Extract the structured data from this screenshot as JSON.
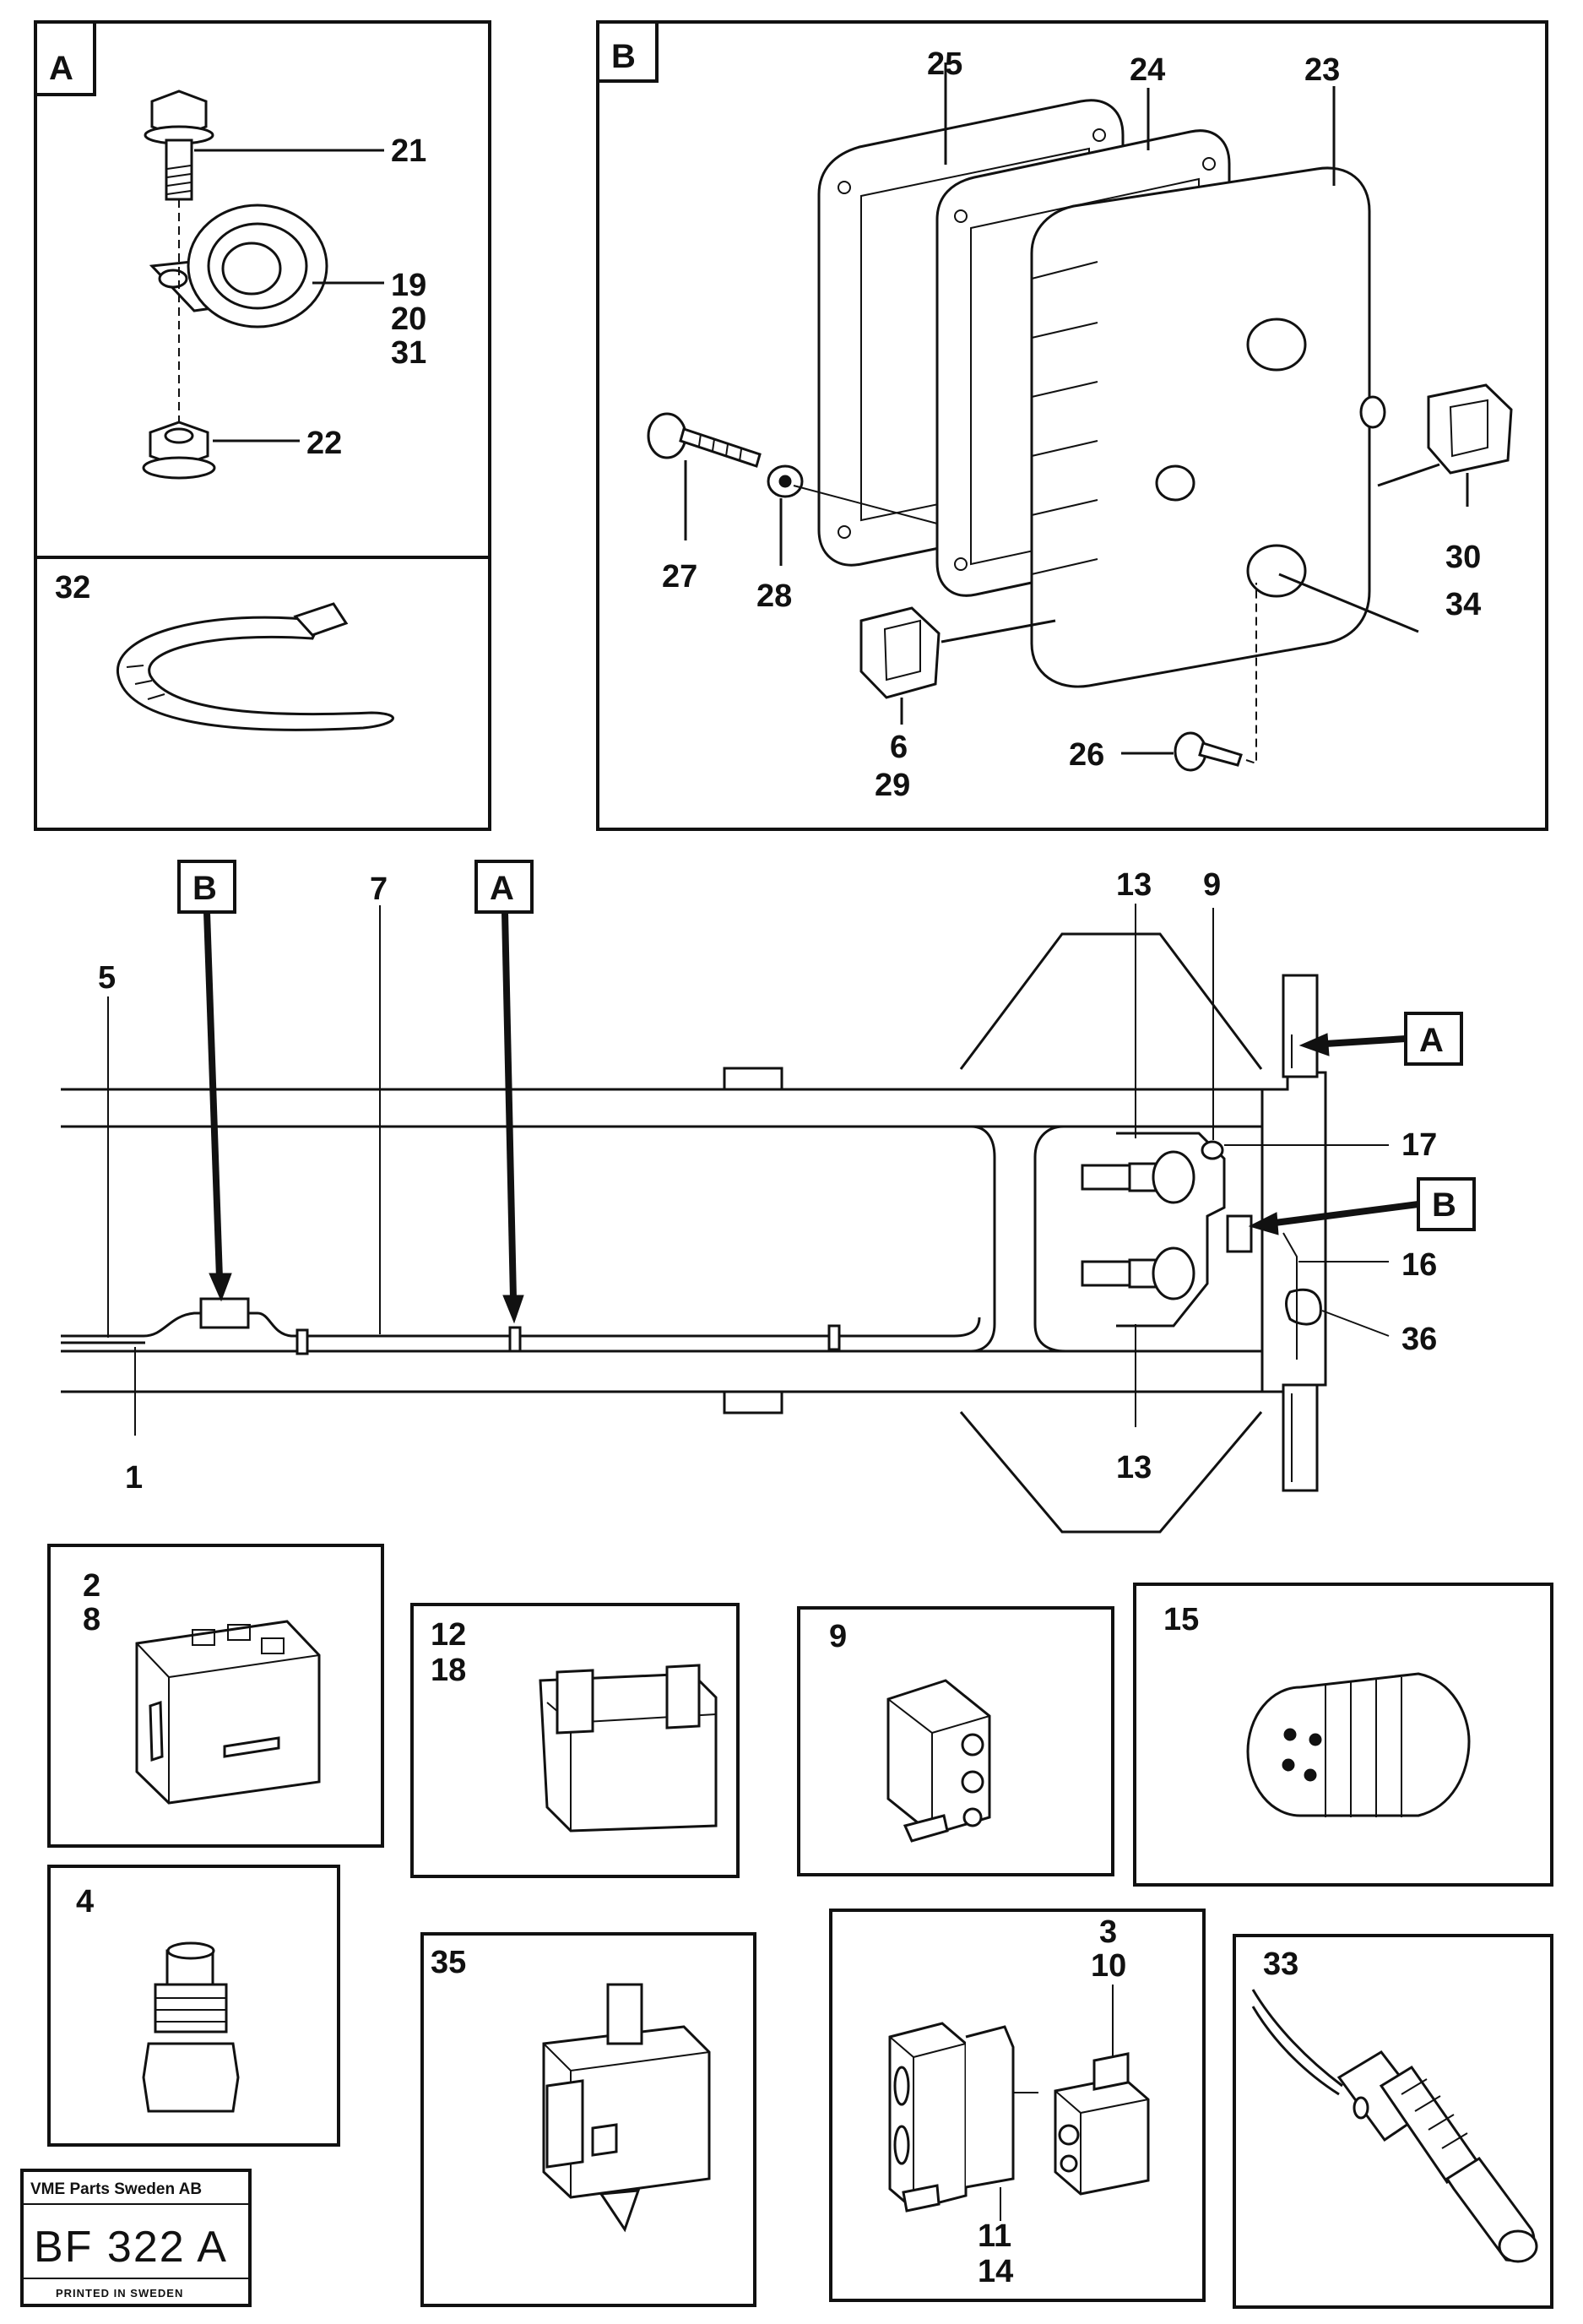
{
  "detail_a": {
    "tag": "A",
    "labels": {
      "l21": "21",
      "l19": "19",
      "l20": "20",
      "l31": "31",
      "l22": "22"
    }
  },
  "detail_b": {
    "tag": "B",
    "labels": {
      "l25": "25",
      "l24": "24",
      "l23": "23",
      "l27": "27",
      "l28": "28",
      "l30": "30",
      "l34": "34",
      "l6": "6",
      "l29": "29",
      "l26": "26"
    }
  },
  "detail_32": {
    "label": "32"
  },
  "chassis": {
    "callouts": {
      "b": "B",
      "a": "A",
      "a_right": "A",
      "b_right": "B"
    },
    "labels": {
      "l5": "5",
      "l7": "7",
      "l1": "1",
      "l13a": "13",
      "l9": "9",
      "l17": "17",
      "l16": "16",
      "l36": "36",
      "l13b": "13"
    }
  },
  "boxes": {
    "b2_8": {
      "l1": "2",
      "l2": "8"
    },
    "b12_18": {
      "l1": "12",
      "l2": "18"
    },
    "b9": {
      "l1": "9"
    },
    "b15": {
      "l1": "15"
    },
    "b4": {
      "l1": "4"
    },
    "b35": {
      "l1": "35"
    },
    "b3_10_11_14": {
      "l3": "3",
      "l10": "10",
      "l11": "11",
      "l14": "14"
    },
    "b33": {
      "l1": "33"
    }
  },
  "stamp": {
    "company": "VME Parts Sweden AB",
    "code": "BF 322 A",
    "printed": "PRINTED IN SWEDEN"
  }
}
